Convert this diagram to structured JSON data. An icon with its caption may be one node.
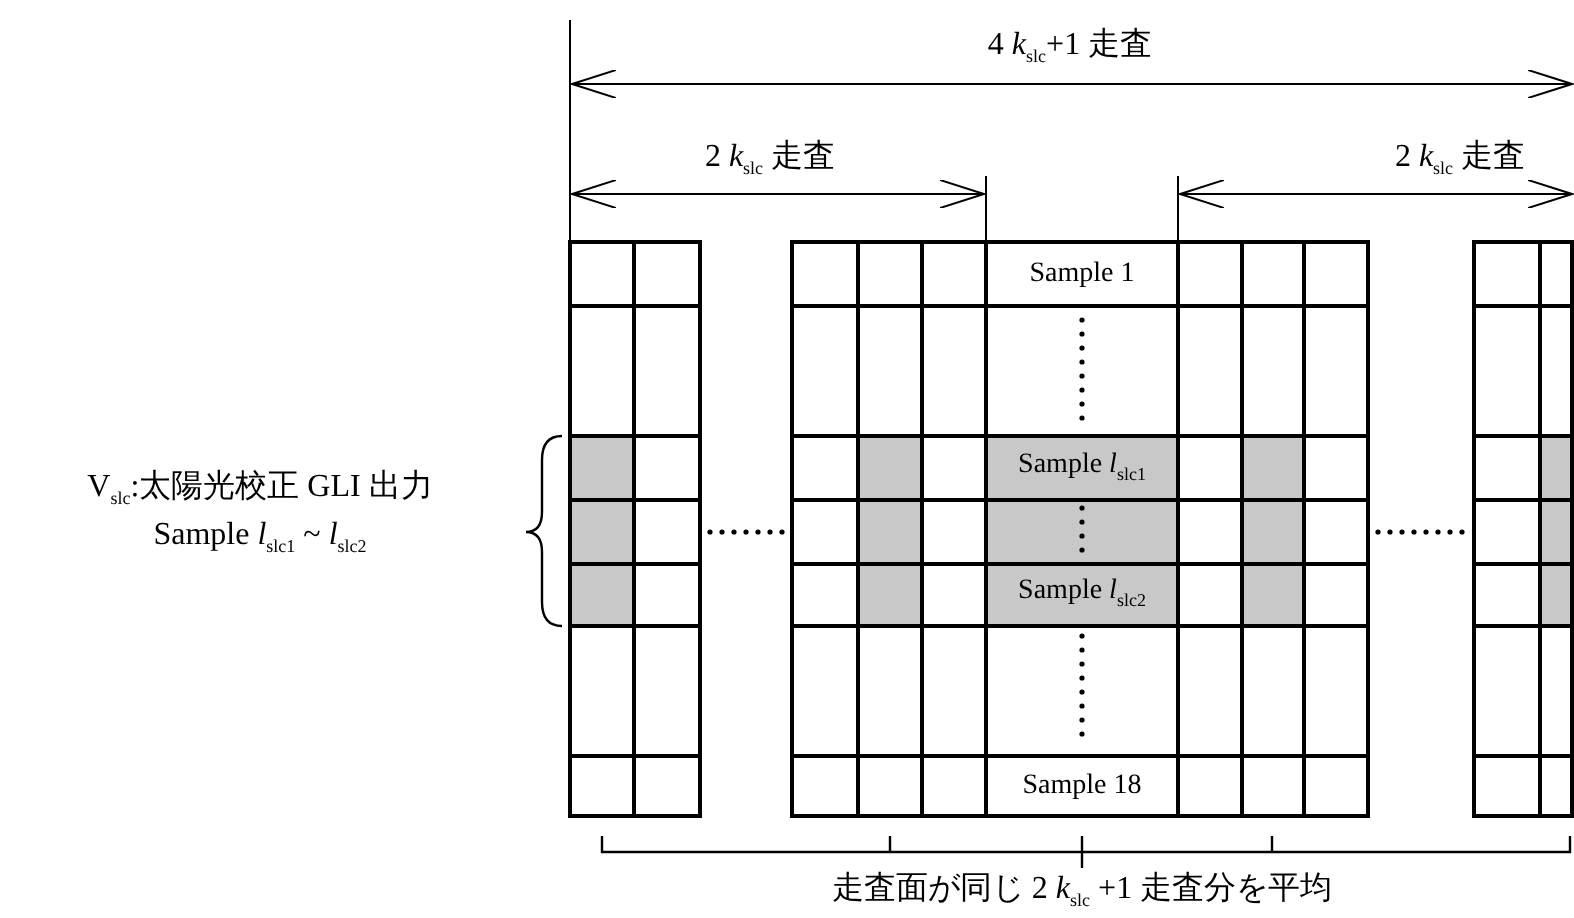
{
  "diagram": {
    "labels": [
      "4 *k*$_{slc}$+1 走査",
      "2 *k*$_{slc}$ 走査",
      "2 *k*$_{slc}$ 走査",
      "V$_{slc}$:太陽光校正 GLI 出力",
      "Sample *l*$_{slc1}$ ~ *l*$_{slc2}$",
      "Sample 1",
      "Sample *l*$_{slc1}$",
      "Sample *l*$_{slc2}$",
      "Sample 18",
      "走査面が同じ 2 *k*$_{slc}$ +1 走査分を平均"
    ]
  }
}
